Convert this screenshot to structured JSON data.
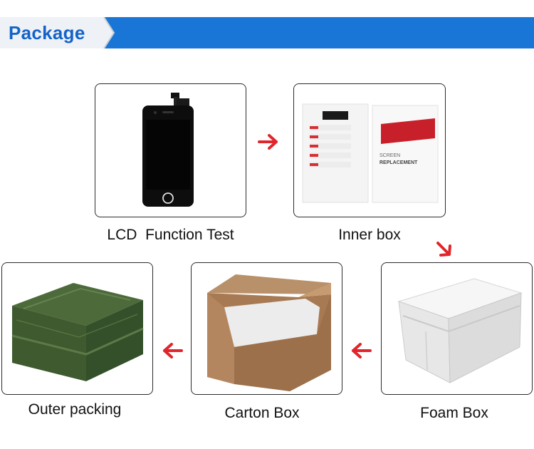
{
  "header": {
    "title": "Package"
  },
  "steps": {
    "lcd": "LCD  Function Test",
    "inner": "Inner box",
    "foam": "Foam Box",
    "carton": "Carton Box",
    "outer": "Outer packing"
  },
  "inner_box_print": {
    "line1": "SCREEN",
    "line2": "REPLACEMENT"
  },
  "colors": {
    "accent_blue": "#1976d6",
    "title_blue": "#1463c9",
    "arrow_red": "#e0262c"
  }
}
